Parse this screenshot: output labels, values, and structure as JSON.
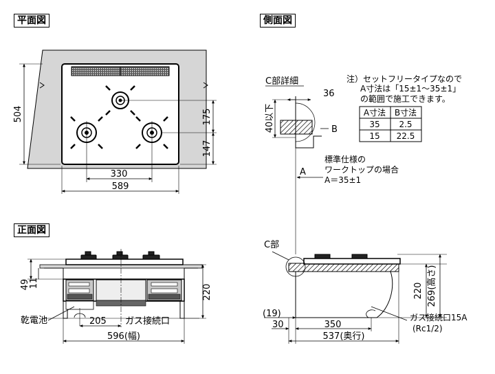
{
  "titles": {
    "plan": "平面図",
    "side": "側面図",
    "front": "正面図"
  },
  "plan": {
    "depth": "504",
    "upper_gap": "175",
    "lower_gap": "147",
    "burner_span": "330",
    "width": "589"
  },
  "side": {
    "detail_title": "C部詳細",
    "dim_36": "36",
    "dim_40": "40以下",
    "label_b": "B",
    "label_a": "A",
    "note_lines": [
      "注）セットフリータイプなので",
      "A寸法は「15±1〜35±1」",
      "の範囲で施工できます。"
    ],
    "table": {
      "headers": [
        "A寸法",
        "B寸法"
      ],
      "rows": [
        [
          "35",
          "2.5"
        ],
        [
          "15",
          "22.5"
        ]
      ]
    },
    "std_lines": [
      "標準仕様の",
      "ワークトップの場合",
      "A＝35±1"
    ],
    "c_label": "C部",
    "height_220": "220",
    "height_269": "269(高さ)",
    "dim_19": "(19)",
    "dim_30": "30",
    "dim_350": "350",
    "depth_total": "537(奥行)",
    "gas_lines": [
      "ガス接続口15A",
      "(Rc1/2)"
    ]
  },
  "front": {
    "dim_49": "49",
    "dim_11": "11",
    "dim_220": "220",
    "battery": "乾電池",
    "dim_205": "205",
    "gas": "ガス接続口",
    "width_total": "596(幅)"
  }
}
